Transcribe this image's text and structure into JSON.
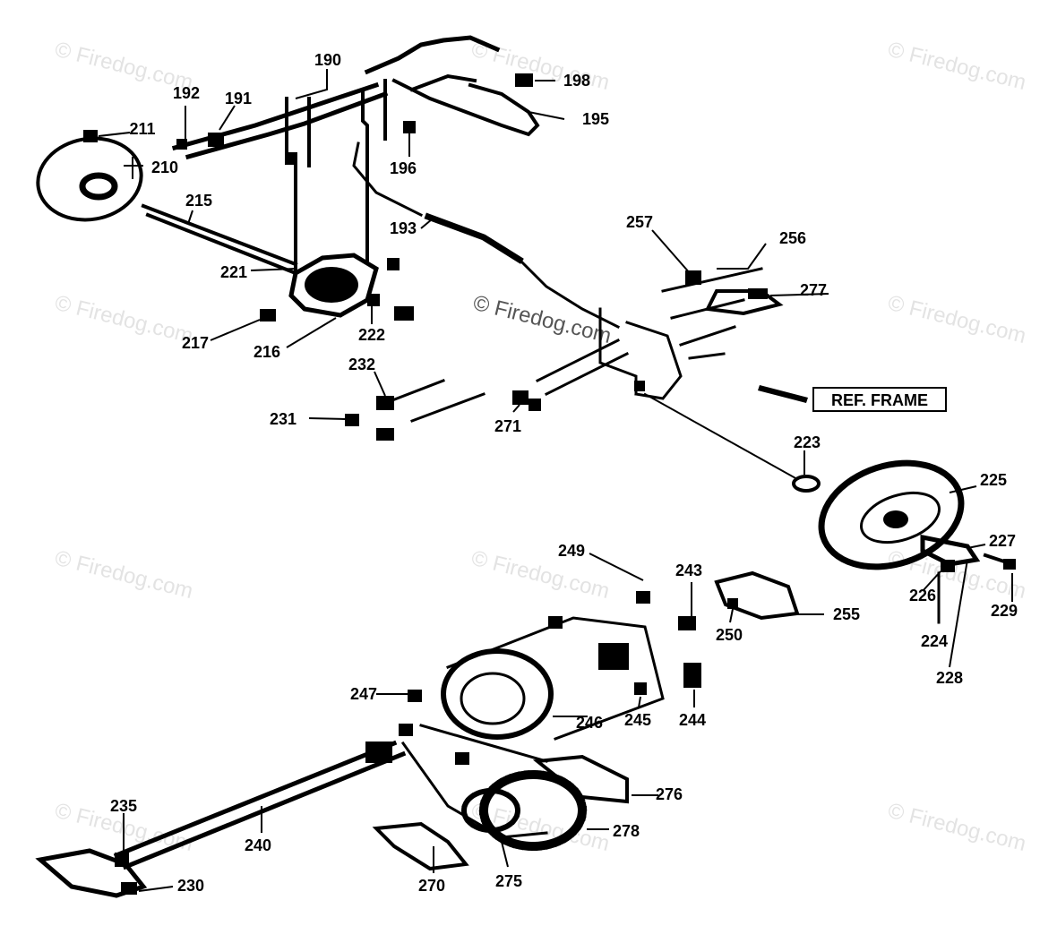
{
  "watermark": "© Firedog.com",
  "ref_frame_label": "REF. FRAME",
  "part_numbers": {
    "p190": "190",
    "p191": "191",
    "p192": "192",
    "p193": "193",
    "p195": "195",
    "p196": "196",
    "p198": "198",
    "p210": "210",
    "p211": "211",
    "p215": "215",
    "p216": "216",
    "p217": "217",
    "p221": "221",
    "p222": "222",
    "p223": "223",
    "p224": "224",
    "p225": "225",
    "p226": "226",
    "p227": "227",
    "p228": "228",
    "p229": "229",
    "p230": "230",
    "p231": "231",
    "p232": "232",
    "p235": "235",
    "p240": "240",
    "p243": "243",
    "p244": "244",
    "p245": "245",
    "p246": "246",
    "p247": "247",
    "p249": "249",
    "p250": "250",
    "p255": "255",
    "p256": "256",
    "p257": "257",
    "p270": "270",
    "p271": "271",
    "p275": "275",
    "p276": "276",
    "p277": "277",
    "p278": "278"
  },
  "colors": {
    "ink": "#000000",
    "watermark": "#e3e3e3",
    "background": "#ffffff"
  }
}
